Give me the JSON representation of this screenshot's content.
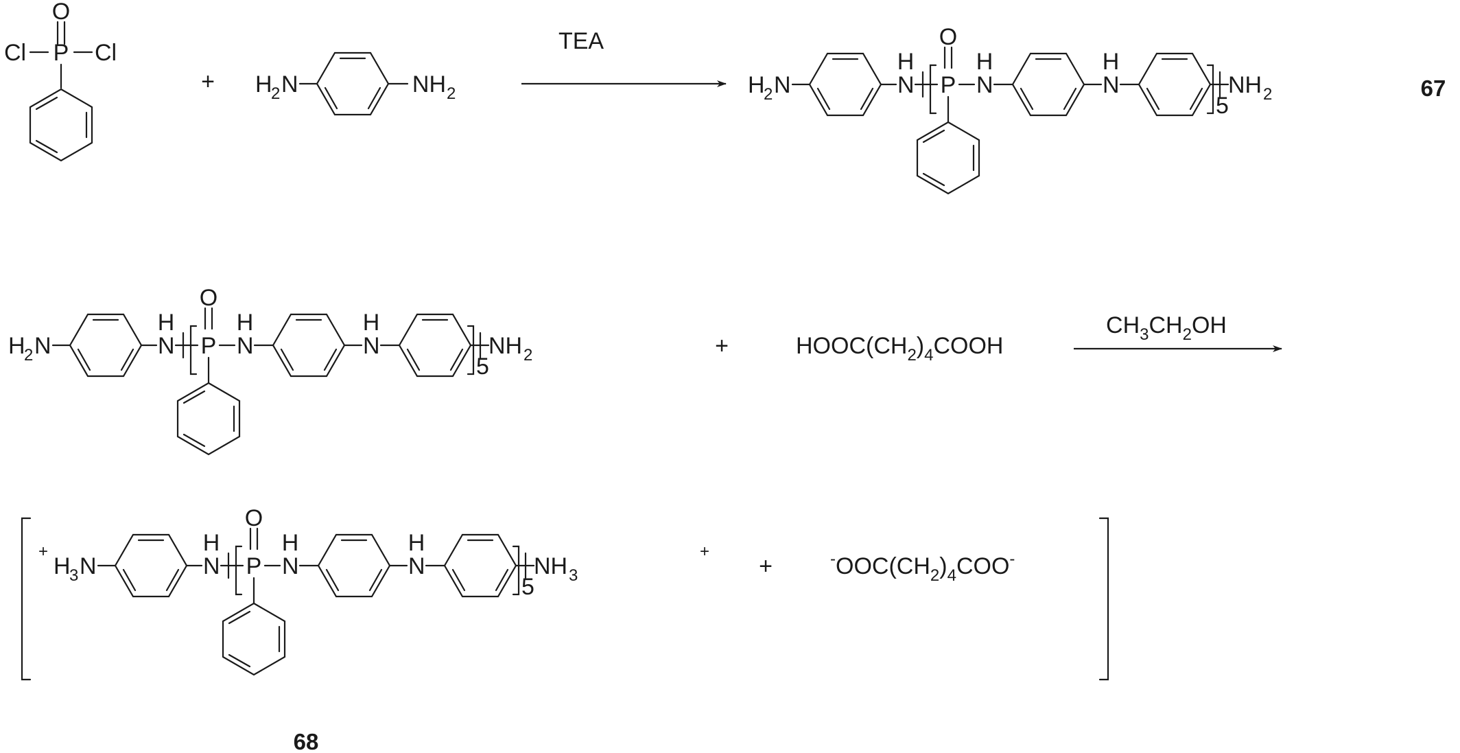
{
  "reactant_1": {
    "oxygen": "O",
    "phosphorus": "P",
    "chlorine_left": "Cl",
    "chlorine_right": "Cl"
  },
  "plus_signs": [
    "+",
    "+",
    "+"
  ],
  "reactant_2": {
    "amine_left": "H",
    "amine_left_sub": "2",
    "amine_left_n": "N",
    "amine_right": "NH",
    "amine_right_sub": "2"
  },
  "reaction_1_condition": "TEA",
  "polymer": {
    "h2n_h": "H",
    "h2n_sub": "2",
    "h2n_n": "N",
    "nh": "N",
    "h": "H",
    "o": "O",
    "p": "P",
    "end_nh": "NH",
    "end_sub": "2",
    "repeat_count": "5"
  },
  "compound_67_label": "67",
  "reactant_adipic": {
    "part1": "HOOC(CH",
    "sub1": "2",
    "part2": ")",
    "sub2": "4",
    "part3": "COOH"
  },
  "reaction_2_condition": {
    "part1": "CH",
    "sub1": "3",
    "part2": "CH",
    "sub2": "2",
    "part3": "OH"
  },
  "salt_cation": {
    "charge": "+",
    "h": "H",
    "sub3": "3",
    "n": "N",
    "end_nh": "NH",
    "end_sub": "3",
    "end_charge": "+"
  },
  "salt_anion": {
    "charge_left": "-",
    "part1": "OOC(CH",
    "sub1": "2",
    "part2": ")",
    "sub2": "4",
    "part3": "COO",
    "charge_right": "-"
  },
  "compound_68_label": "68"
}
